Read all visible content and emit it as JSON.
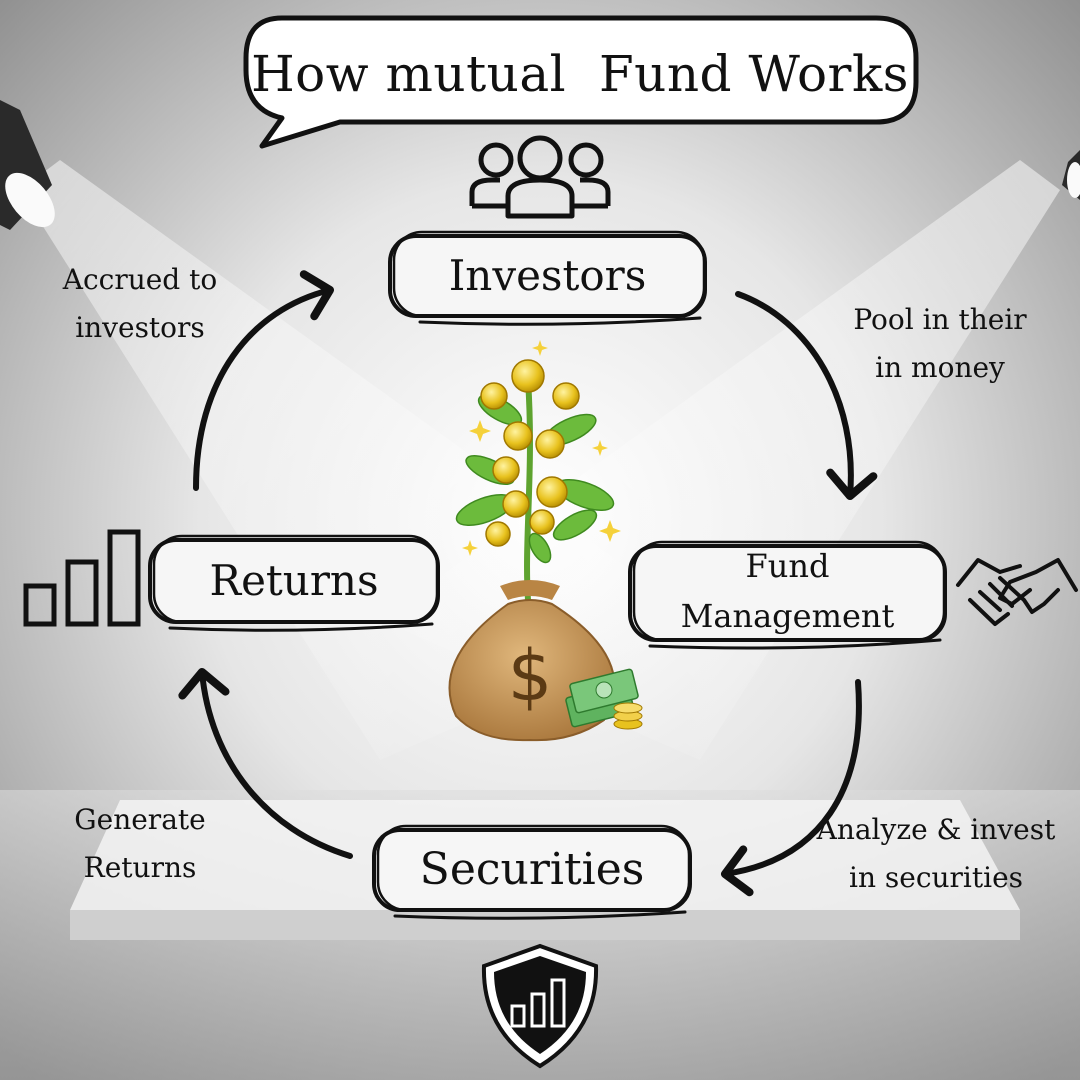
{
  "title": "How mutual  Fund Works",
  "nodes": {
    "investors": "Investors",
    "fund_management": [
      "Fund",
      "Management"
    ],
    "securities": "Securities",
    "returns": "Returns"
  },
  "edges": {
    "investors_to_fund": [
      "Pool in their",
      "in money"
    ],
    "fund_to_securities": [
      "Analyze & invest",
      "in securities"
    ],
    "securities_to_returns": [
      "Generate",
      "Returns"
    ],
    "returns_to_investors": [
      "Accrued to",
      "investors"
    ]
  },
  "icons": {
    "investors": "people-group-icon",
    "fund_management": "handshake-icon",
    "returns": "bar-chart-icon",
    "securities": "shield-chart-icon",
    "center": "money-tree-icon"
  },
  "colors": {
    "background": "#cfcfcf",
    "ink": "#111111",
    "coin": "#e8c21e",
    "leaf": "#6cbb3c",
    "bag": "#c89a5a",
    "cash": "#7ac77a"
  }
}
